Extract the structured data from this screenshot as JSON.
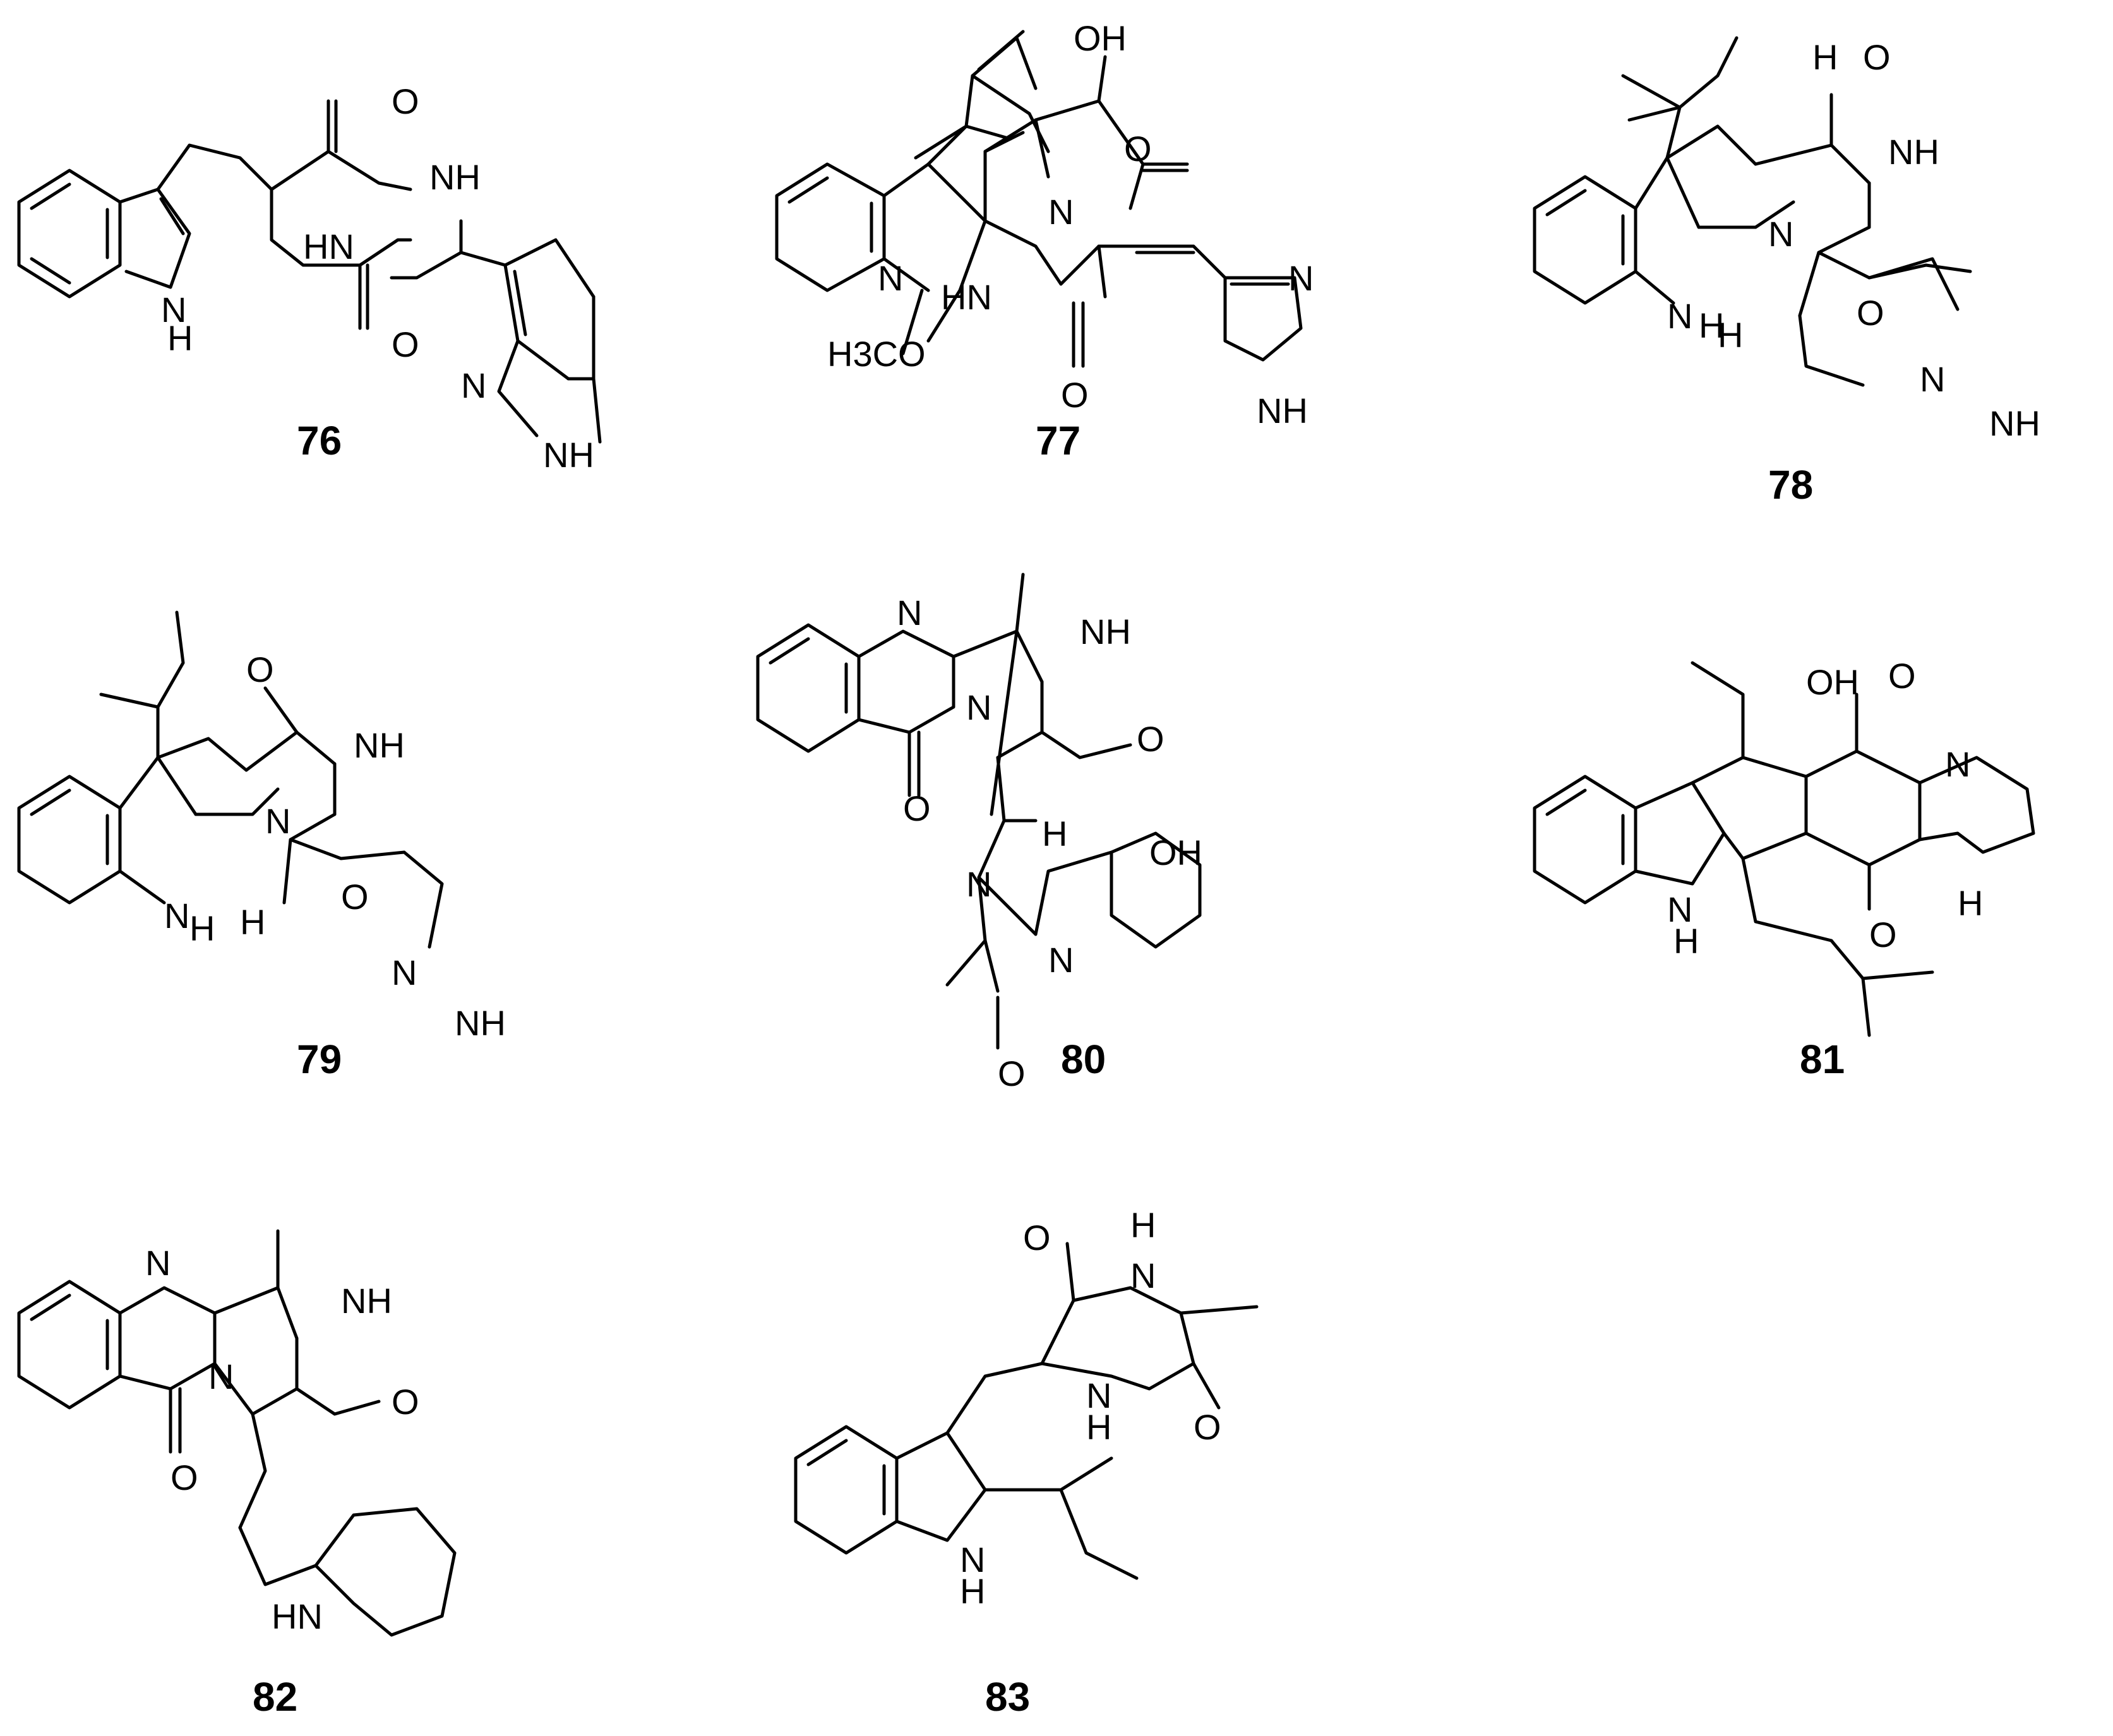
{
  "compounds": [
    {
      "id": "76",
      "atoms": [
        "O",
        "NH",
        "HN",
        "O",
        "N",
        "NH",
        "N",
        "H"
      ]
    },
    {
      "id": "77",
      "atoms": [
        "OH",
        "O",
        "N",
        "N",
        "HN",
        "O",
        "H3CO",
        "N",
        "NH"
      ]
    },
    {
      "id": "78",
      "atoms": [
        "H",
        "O",
        "NH",
        "N",
        "O",
        "N",
        "H",
        "H",
        "N",
        "NH"
      ]
    },
    {
      "id": "79",
      "atoms": [
        "O",
        "NH",
        "N",
        "O",
        "N",
        "H",
        "H",
        "N",
        "NH"
      ]
    },
    {
      "id": "80",
      "atoms": [
        "N",
        "NH",
        "N",
        "O",
        "O",
        "H",
        "OH",
        "N",
        "N",
        "O"
      ]
    },
    {
      "id": "81",
      "atoms": [
        "OH",
        "O",
        "N",
        "N",
        "H",
        "O",
        "H"
      ]
    },
    {
      "id": "82",
      "atoms": [
        "N",
        "NH",
        "N",
        "O",
        "O",
        "HN"
      ]
    },
    {
      "id": "83",
      "atoms": [
        "O",
        "H",
        "N",
        "N",
        "H",
        "O",
        "N",
        "H"
      ]
    }
  ]
}
